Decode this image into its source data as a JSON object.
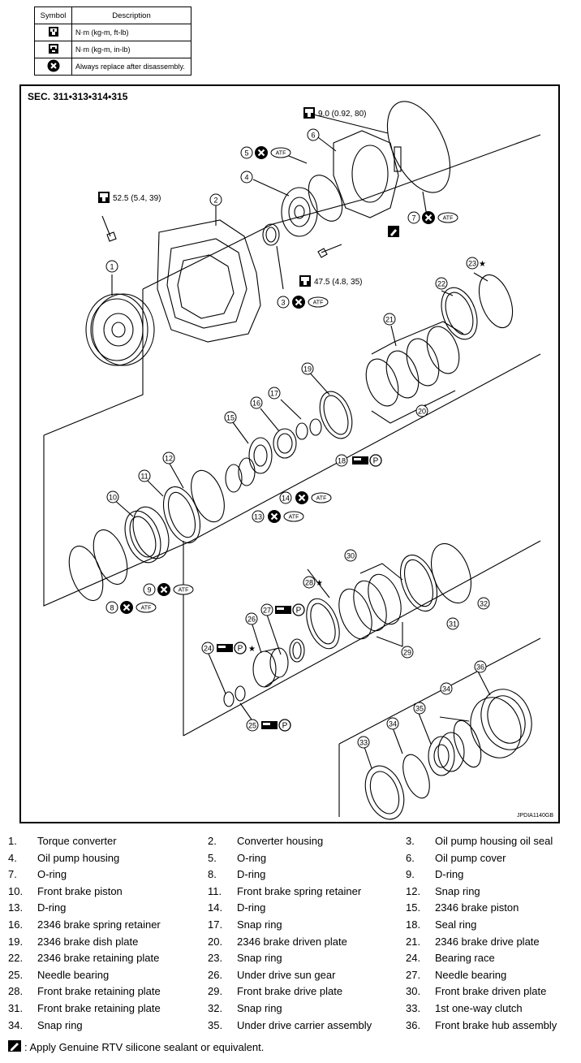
{
  "symbol_table": {
    "header": {
      "symbol": "Symbol",
      "description": "Description"
    },
    "rows": [
      {
        "icon": "torque-wrench-icon",
        "description": "N·m (kg-m, ft-lb)"
      },
      {
        "icon": "torque-wrench-inlb-icon",
        "description": "N·m (kg-m, in-lb)"
      },
      {
        "icon": "always-replace-icon",
        "description": "Always replace after disassembly."
      }
    ]
  },
  "diagram": {
    "section": "SEC. 311•313•314•315",
    "code": "JPDIA1140GB",
    "torques": {
      "t1": "9.0 (0.92, 80)",
      "t2": "52.5 (5.4, 39)",
      "t3": "47.5 (4.8, 35)"
    },
    "atf": "ATF",
    "p_mark": "P",
    "star": "★"
  },
  "parts": [
    {
      "num": "1.",
      "name": "Torque converter"
    },
    {
      "num": "2.",
      "name": "Converter housing"
    },
    {
      "num": "3.",
      "name": "Oil pump housing oil seal"
    },
    {
      "num": "4.",
      "name": "Oil pump housing"
    },
    {
      "num": "5.",
      "name": "O-ring"
    },
    {
      "num": "6.",
      "name": "Oil pump cover"
    },
    {
      "num": "7.",
      "name": "O-ring"
    },
    {
      "num": "8.",
      "name": "D-ring"
    },
    {
      "num": "9.",
      "name": "D-ring"
    },
    {
      "num": "10.",
      "name": "Front brake piston"
    },
    {
      "num": "11.",
      "name": "Front brake spring retainer"
    },
    {
      "num": "12.",
      "name": "Snap ring"
    },
    {
      "num": "13.",
      "name": "D-ring"
    },
    {
      "num": "14.",
      "name": "D-ring"
    },
    {
      "num": "15.",
      "name": "2346 brake piston"
    },
    {
      "num": "16.",
      "name": "2346 brake spring retainer"
    },
    {
      "num": "17.",
      "name": "Snap ring"
    },
    {
      "num": "18.",
      "name": "Seal ring"
    },
    {
      "num": "19.",
      "name": "2346 brake dish plate"
    },
    {
      "num": "20.",
      "name": "2346 brake driven plate"
    },
    {
      "num": "21.",
      "name": "2346 brake drive plate"
    },
    {
      "num": "22.",
      "name": "2346 brake retaining plate"
    },
    {
      "num": "23.",
      "name": "Snap ring"
    },
    {
      "num": "24.",
      "name": "Bearing race"
    },
    {
      "num": "25.",
      "name": "Needle bearing"
    },
    {
      "num": "26.",
      "name": "Under drive sun gear"
    },
    {
      "num": "27.",
      "name": "Needle bearing"
    },
    {
      "num": "28.",
      "name": "Front brake retaining plate"
    },
    {
      "num": "29.",
      "name": "Front brake drive plate"
    },
    {
      "num": "30.",
      "name": "Front brake driven plate"
    },
    {
      "num": "31.",
      "name": "Front brake retaining plate"
    },
    {
      "num": "32.",
      "name": "Snap ring"
    },
    {
      "num": "33.",
      "name": "1st one-way clutch"
    },
    {
      "num": "34.",
      "name": "Snap ring"
    },
    {
      "num": "35.",
      "name": "Under drive carrier assembly"
    },
    {
      "num": "36.",
      "name": "Front brake hub assembly"
    }
  ],
  "footer": {
    "icon": "sealant-pen-icon",
    "text": ": Apply Genuine RTV silicone sealant or equivalent."
  }
}
